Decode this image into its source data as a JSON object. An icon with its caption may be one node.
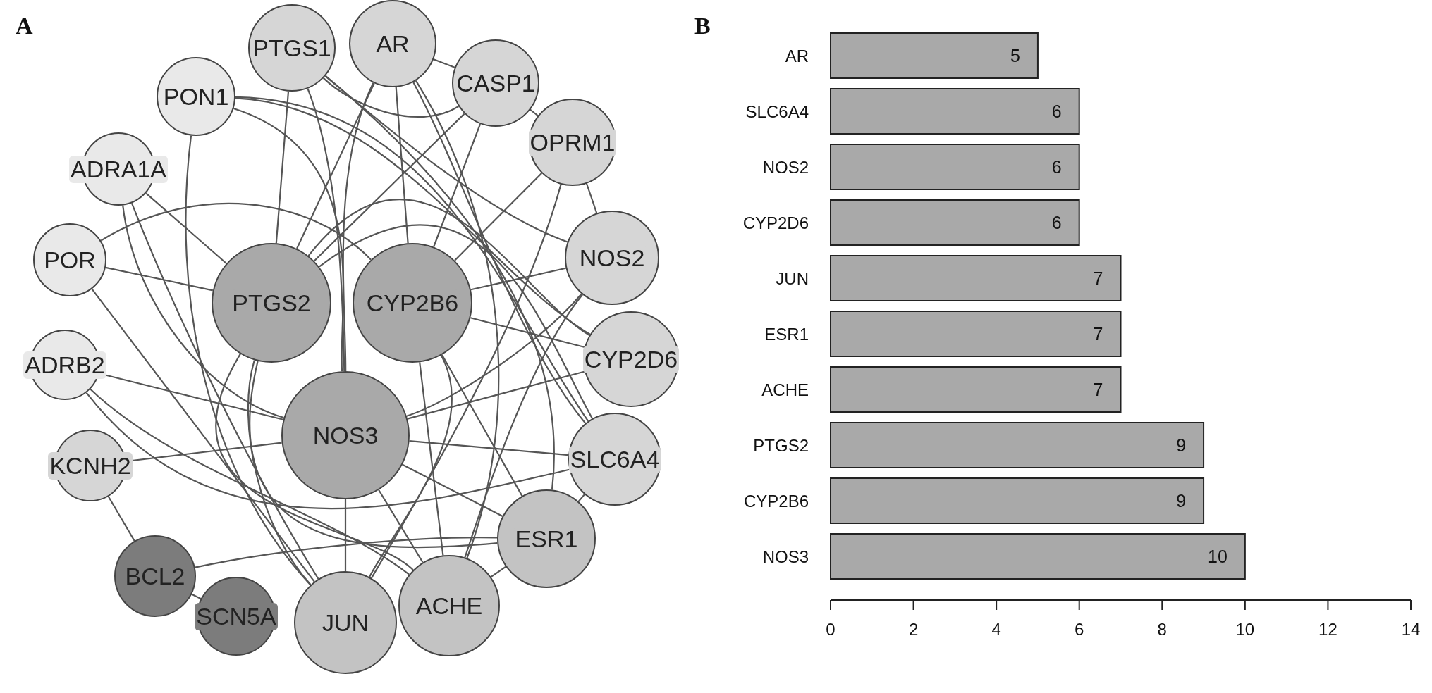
{
  "diagram": {
    "nodes": [
      {
        "text": [
          "PTGS1"
        ]
      },
      {
        "text": [
          "AR"
        ]
      },
      {
        "text": [
          "CASP1"
        ]
      },
      {
        "text": [
          "PON1"
        ]
      },
      {
        "text": [
          "OPRM1"
        ]
      },
      {
        "text": [
          "ADRA1A"
        ]
      },
      {
        "text": [
          "NOS2"
        ]
      },
      {
        "text": [
          "POR"
        ]
      },
      {
        "text": [
          "PTGS2"
        ]
      },
      {
        "text": [
          "CYP2B6"
        ]
      },
      {
        "text": [
          "CYP2D6"
        ]
      },
      {
        "text": [
          "ADRB2"
        ]
      },
      {
        "text": [
          "NOS3"
        ]
      },
      {
        "text": [
          "SLC6A4"
        ]
      },
      {
        "text": [
          "KCNH2"
        ]
      },
      {
        "text": [
          "ESR1"
        ]
      },
      {
        "text": [
          "BCL2"
        ]
      },
      {
        "text": [
          "SCN5A"
        ]
      },
      {
        "text": [
          "JUN"
        ]
      },
      {
        "text": [
          "ACHE"
        ]
      }
    ],
    "edges": [
      {
        "from": 1,
        "to": 2,
        "arrow": "none"
      },
      {
        "from": 0,
        "to": 2,
        "arrow": "none"
      },
      {
        "from": 2,
        "to": 4,
        "arrow": "none"
      },
      {
        "from": 4,
        "to": 6,
        "arrow": "none"
      },
      {
        "from": 14,
        "to": 16,
        "arrow": "none"
      },
      {
        "from": 16,
        "to": 17,
        "arrow": "none"
      },
      {
        "from": 14,
        "to": 12,
        "arrow": "none"
      },
      {
        "from": 16,
        "to": 15,
        "arrow": "none"
      },
      {
        "from": 7,
        "to": 8,
        "arrow": "none"
      },
      {
        "from": 7,
        "to": 9,
        "arrow": "none"
      },
      {
        "from": 7,
        "to": 18,
        "arrow": "none"
      },
      {
        "from": 5,
        "to": 8,
        "arrow": "none"
      },
      {
        "from": 5,
        "to": 12,
        "arrow": "none"
      },
      {
        "from": 5,
        "to": 18,
        "arrow": "none"
      },
      {
        "from": 3,
        "to": 12,
        "arrow": "none"
      },
      {
        "from": 3,
        "to": 18,
        "arrow": "none"
      },
      {
        "from": 3,
        "to": 10,
        "arrow": "none"
      },
      {
        "from": 3,
        "to": 13,
        "arrow": "none"
      },
      {
        "from": 11,
        "to": 12,
        "arrow": "none"
      },
      {
        "from": 11,
        "to": 13,
        "arrow": "none"
      },
      {
        "from": 11,
        "to": 19,
        "arrow": "none"
      },
      {
        "from": 0,
        "to": 8,
        "arrow": "none"
      },
      {
        "from": 0,
        "to": 12,
        "arrow": "none"
      },
      {
        "from": 0,
        "to": 15,
        "arrow": "none"
      },
      {
        "from": 0,
        "to": 6,
        "arrow": "none"
      },
      {
        "from": 1,
        "to": 8,
        "arrow": "none"
      },
      {
        "from": 1,
        "to": 9,
        "arrow": "none"
      },
      {
        "from": 1,
        "to": 12,
        "arrow": "none"
      },
      {
        "from": 1,
        "to": 19,
        "arrow": "none"
      },
      {
        "from": 1,
        "to": 13,
        "arrow": "none"
      },
      {
        "from": 2,
        "to": 8,
        "arrow": "none"
      },
      {
        "from": 2,
        "to": 9,
        "arrow": "none"
      },
      {
        "from": 4,
        "to": 9,
        "arrow": "none"
      },
      {
        "from": 4,
        "to": 18,
        "arrow": "none"
      },
      {
        "from": 6,
        "to": 9,
        "arrow": "none"
      },
      {
        "from": 6,
        "to": 12,
        "arrow": "none"
      },
      {
        "from": 6,
        "to": 19,
        "arrow": "none"
      },
      {
        "from": 10,
        "to": 8,
        "arrow": "none"
      },
      {
        "from": 10,
        "to": 12,
        "arrow": "none"
      },
      {
        "from": 10,
        "to": 9,
        "arrow": "none"
      },
      {
        "from": 13,
        "to": 12,
        "arrow": "none"
      },
      {
        "from": 13,
        "to": 15,
        "arrow": "none"
      },
      {
        "from": 13,
        "to": 8,
        "arrow": "none"
      },
      {
        "from": 15,
        "to": 9,
        "arrow": "none"
      },
      {
        "from": 15,
        "to": 12,
        "arrow": "none"
      },
      {
        "from": 15,
        "to": 19,
        "arrow": "none"
      },
      {
        "from": 15,
        "to": 8,
        "arrow": "none"
      },
      {
        "from": 18,
        "to": 12,
        "arrow": "none"
      },
      {
        "from": 18,
        "to": 8,
        "arrow": "none"
      },
      {
        "from": 18,
        "to": 9,
        "arrow": "none"
      },
      {
        "from": 19,
        "to": 12,
        "arrow": "none"
      },
      {
        "from": 19,
        "to": 8,
        "arrow": "none"
      },
      {
        "from": 19,
        "to": 9,
        "arrow": "none"
      }
    ],
    "labels": [
      "A",
      "B"
    ],
    "chart_data": {
      "type": "bar",
      "orientation": "horizontal",
      "categories": [
        "AR",
        "SLC6A4",
        "NOS2",
        "CYP2D6",
        "JUN",
        "ESR1",
        "ACHE",
        "PTGS2",
        "CYP2B6",
        "NOS3"
      ],
      "values": [
        5,
        6,
        6,
        6,
        7,
        7,
        7,
        9,
        9,
        10
      ],
      "xlim": [
        0,
        14
      ],
      "xticks": [
        0,
        2,
        4,
        6,
        8,
        10,
        12,
        14
      ],
      "data_labels": true
    }
  }
}
